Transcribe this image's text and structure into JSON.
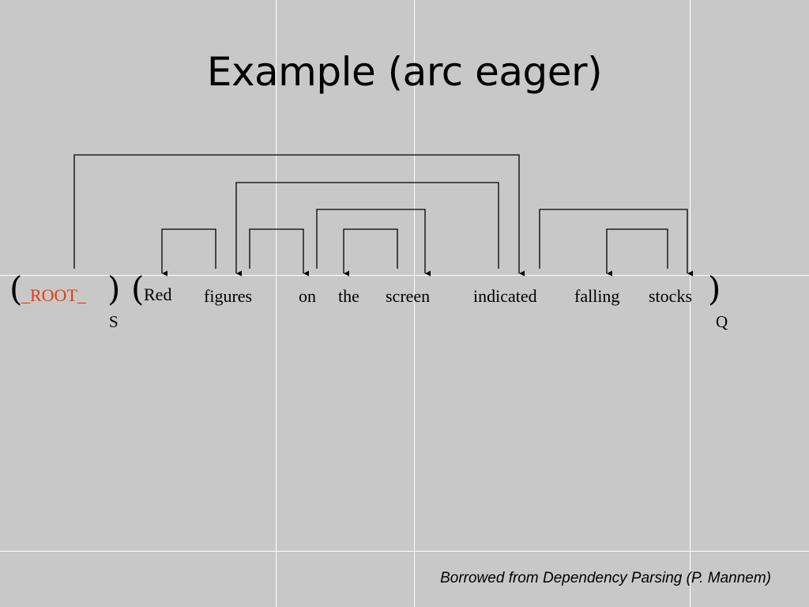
{
  "slide": {
    "title": "Example (arc eager)",
    "credit": "Borrowed from Dependency Parsing (P. Mannem)"
  },
  "sentence": {
    "root": "_ROOT_",
    "words": [
      "Red",
      "figures",
      "on",
      "the",
      "screen",
      "indicated",
      "falling",
      "stocks"
    ]
  },
  "labels": {
    "stack": "S",
    "queue": "Q"
  },
  "brackets": {
    "open": "(",
    "close": ")"
  },
  "arcs": [
    {
      "head": "_ROOT_",
      "dependent": "indicated"
    },
    {
      "head": "indicated",
      "dependent": "figures"
    },
    {
      "head": "figures",
      "dependent": "screen"
    },
    {
      "head": "figures",
      "dependent": "Red"
    },
    {
      "head": "figures",
      "dependent": "on"
    },
    {
      "head": "screen",
      "dependent": "the"
    },
    {
      "head": "indicated",
      "dependent": "stocks"
    },
    {
      "head": "stocks",
      "dependent": "falling"
    }
  ],
  "colors": {
    "root_word": "#e8390e",
    "background": "#c8c8c8",
    "arc": "#000000"
  }
}
